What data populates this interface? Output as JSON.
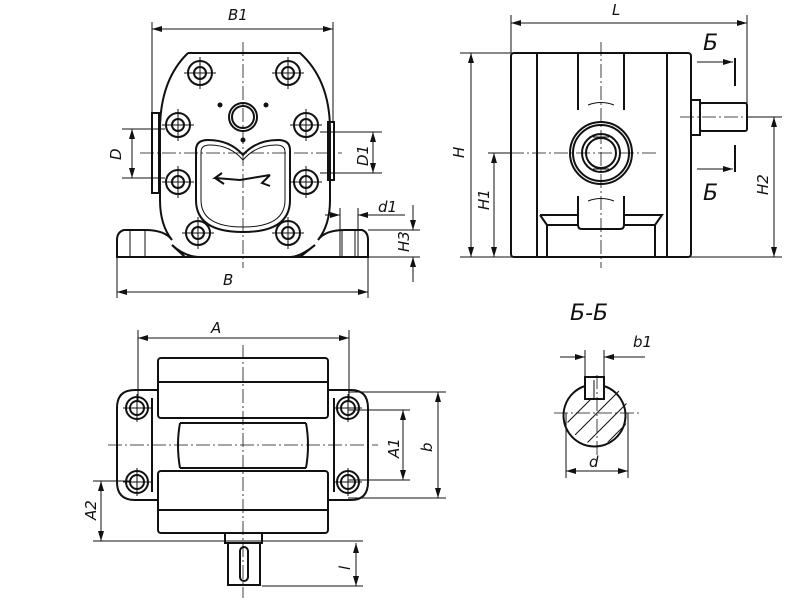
{
  "labels": {
    "B1": "B1",
    "B": "B",
    "D": "D",
    "D1": "D1",
    "d1": "d1",
    "H3": "H3",
    "L": "L",
    "H": "H",
    "H1": "H1",
    "H2": "H2",
    "section_mark_top": "Б",
    "section_mark_bottom": "Б",
    "section_title": "Б-Б",
    "b1": "b1",
    "d": "d",
    "A": "A",
    "A1": "A1",
    "b": "b",
    "A2": "A2",
    "l": "l"
  },
  "colors": {
    "line": "#111111",
    "background": "#ffffff"
  }
}
